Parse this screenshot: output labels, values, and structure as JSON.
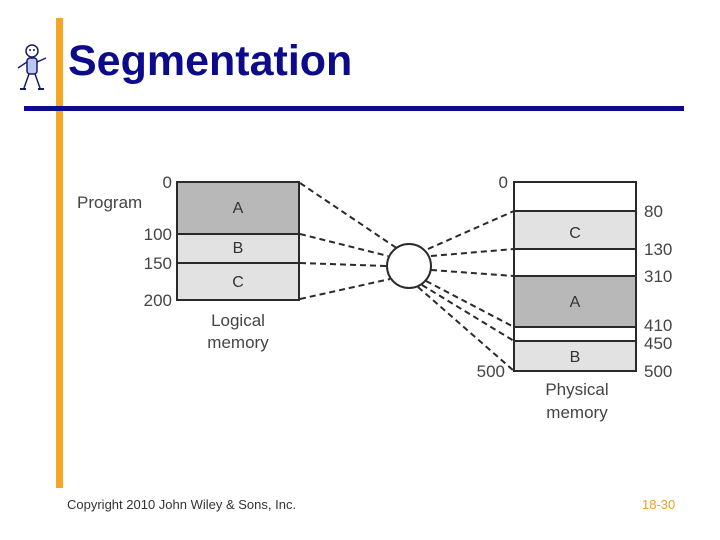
{
  "slide": {
    "title": "Segmentation",
    "copyright": "Copyright 2010 John Wiley & Sons, Inc.",
    "page": "18-30"
  },
  "diagram": {
    "program_label": "Program",
    "logical_label_1": "Logical",
    "logical_label_2": "memory",
    "physical_label_1": "Physical",
    "physical_label_2": "memory",
    "logical": {
      "ticks": [
        "0",
        "100",
        "150",
        "200"
      ],
      "segments": [
        {
          "name": "A",
          "start": 0,
          "end": 100,
          "color": "#b8b8b8"
        },
        {
          "name": "B",
          "start": 100,
          "end": 150,
          "color": "#e2e2e2"
        },
        {
          "name": "C",
          "start": 150,
          "end": 200,
          "color": "#e2e2e2"
        }
      ]
    },
    "physical": {
      "ticks_left": [
        "0",
        "500"
      ],
      "ticks_right": [
        "80",
        "130",
        "310",
        "410",
        "450",
        "500"
      ],
      "segments": [
        {
          "name": "C",
          "start": 80,
          "end": 130,
          "color": "#e2e2e2"
        },
        {
          "name": "A",
          "start": 310,
          "end": 410,
          "color": "#b8b8b8"
        },
        {
          "name": "B",
          "start": 450,
          "end": 500,
          "color": "#e2e2e2"
        }
      ]
    },
    "colors": {
      "title": "#0b0b8c",
      "accent_bar": "#f5a623",
      "page_number": "#e8a020"
    }
  }
}
